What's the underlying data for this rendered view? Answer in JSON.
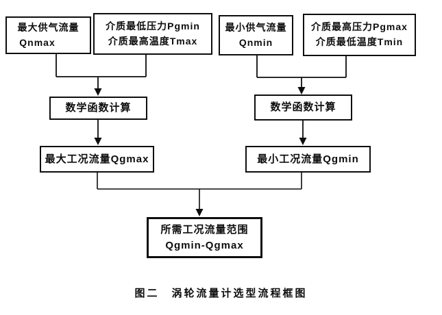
{
  "diagram": {
    "caption": "图二　涡轮流量计选型流程框图",
    "colors": {
      "line": "#0d0d0d",
      "background": "#ffffff",
      "text": "#0d0d0d"
    },
    "nodes": {
      "qnmax": {
        "line1": "最大供气流量",
        "line2": "Qnmax"
      },
      "pgmin_tmax": {
        "line1": "介质最低压力Pgmin",
        "line2": "介质最高温度Tmax"
      },
      "qnmin": {
        "line1": "最小供气流量",
        "line2": "Qnmin"
      },
      "pgmax_tmin": {
        "line1": "介质最高压力Pgmax",
        "line2": "介质最低温度Tmin"
      },
      "calc_left": {
        "label": "数学函数计算"
      },
      "calc_right": {
        "label": "数学函数计算"
      },
      "qgmax": {
        "label": "最大工况流量Qgmax"
      },
      "qgmin": {
        "label": "最小工况流量Qgmin"
      },
      "range": {
        "line1": "所需工况流量范围",
        "line2": "Qgmin-Qgmax"
      }
    }
  }
}
